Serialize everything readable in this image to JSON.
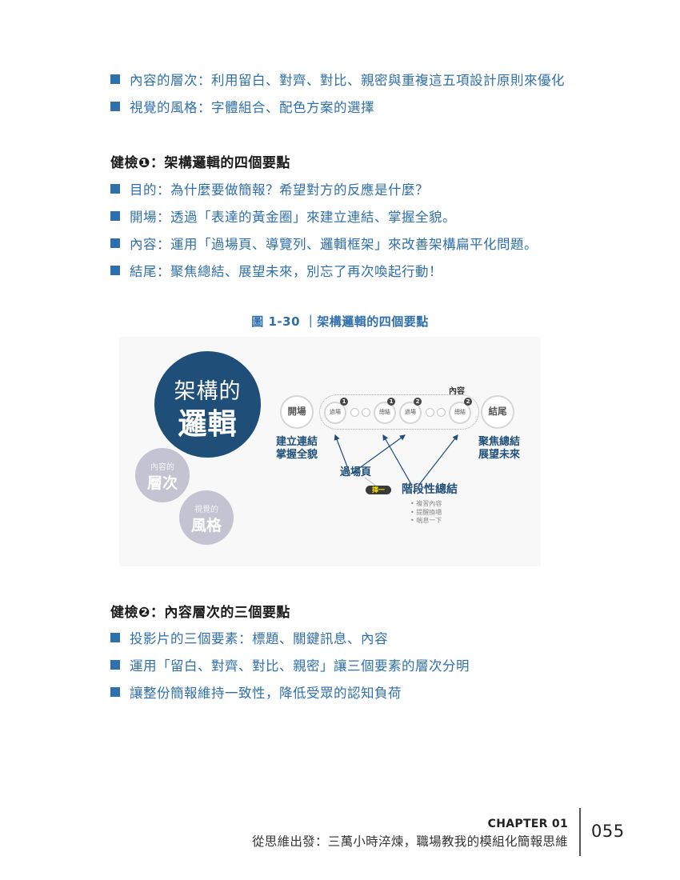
{
  "intro_bullets": [
    "內容的層次：利用留白、對齊、對比、親密與重複這五項設計原則來優化",
    "視覺的風格：字體組合、配色方案的選擇"
  ],
  "section1": {
    "heading": "健檢❶：架構邏輯的四個要點",
    "bullets": [
      "目的：為什麼要做簡報？希望對方的反應是什麼？",
      "開場：透過「表達的黃金圈」來建立連結、掌握全貌。",
      "內容：運用「過場頁、導覽列、邏輯框架」來改善架構扁平化問題。",
      "結尾：聚焦總結、展望未來，別忘了再次喚起行動！"
    ]
  },
  "figure": {
    "caption": "圖 1-30 ｜架構邏輯的四個要點",
    "main_circle": {
      "line1": "架構的",
      "line2": "邏輯",
      "color": "#1f4e79"
    },
    "sub_circles": [
      {
        "small": "內容的",
        "big": "層次"
      },
      {
        "small": "視覺的",
        "big": "風格"
      }
    ],
    "flow": {
      "start": "開場",
      "end": "結尾",
      "content_label": "內容",
      "nodes": [
        {
          "label": "過場",
          "num": "1"
        },
        {
          "label": "總結",
          "num": "1"
        },
        {
          "label": "過場",
          "num": "2"
        },
        {
          "label": "總結",
          "num": "2"
        }
      ]
    },
    "opening_note": [
      "建立連結",
      "掌握全貌"
    ],
    "closing_note": [
      "聚焦總結",
      "展望未來"
    ],
    "transition_page": "過場頁",
    "choose_badge": "擇一",
    "stage_summary": "階段性總結",
    "stage_summary_points": [
      "複習內容",
      "提醒換場",
      "喘息一下"
    ]
  },
  "section2": {
    "heading": "健檢❷：內容層次的三個要點",
    "bullets": [
      "投影片的三個要素：標題、關鍵訊息、內容",
      "運用「留白、對齊、對比、親密」讓三個要素的層次分明",
      "讓整份簡報維持一致性，降低受眾的認知負荷"
    ]
  },
  "footer": {
    "chapter": "CHAPTER 01",
    "book_title": "從思維出發：三萬小時淬煉，職場教我的模組化簡報思維",
    "page_number": "055"
  },
  "colors": {
    "accent_blue": "#2f6fab",
    "navy": "#1f4e79",
    "grey_circle": "#c4c3d2",
    "badge_yellow": "#ffe600"
  }
}
